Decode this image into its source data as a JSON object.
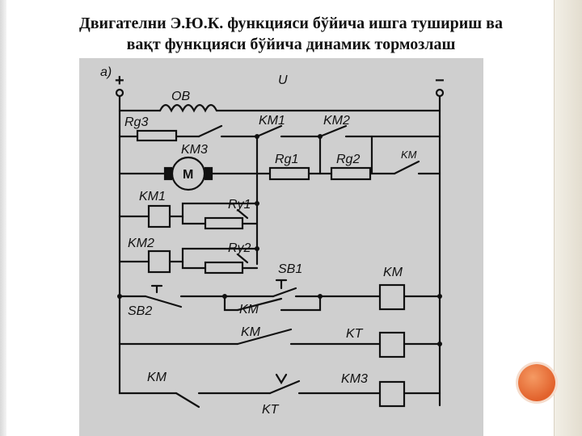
{
  "title": {
    "line1": "Двигателни Э.Ю.К. функцияси бўйича ишга тушириш ва",
    "line2": "вақт функцияси бўйича динамик  тормозлаш"
  },
  "diagram": {
    "labels": {
      "part": "а)",
      "plus": "+",
      "minus": "−",
      "voltage": "U",
      "field_winding": "ОВ",
      "rg3": "Rg3",
      "km3_contact": "KM3",
      "km1_contact": "KM1",
      "km2_contact": "KM2",
      "rg1": "Rg1",
      "rg2": "Rg2",
      "km_contact": "KM",
      "motor": "M",
      "km1_coil": "KM1",
      "ry1": "Ry1",
      "km2_coil": "KM2",
      "ry2": "Ry2",
      "sb1": "SB1",
      "km_coil": "KM",
      "sb2": "SB2",
      "km_hold": "KM",
      "km_kt": "KM",
      "kt_coil": "KT",
      "km_bottom": "KM",
      "km3_coil": "KM3",
      "kt_contact": "KT"
    }
  },
  "colors": {
    "diagram_bg": "#cfcfcf",
    "line": "#111111",
    "accent_circle": "#e2622c"
  }
}
